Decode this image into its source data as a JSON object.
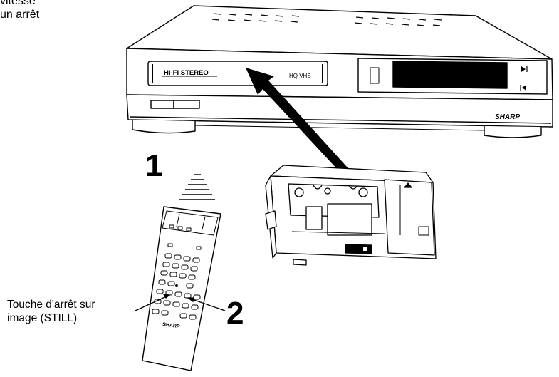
{
  "top_text": {
    "line1": "vitesse",
    "line2": "un arrêt"
  },
  "vcr": {
    "badge_left": "HI-FI STEREO",
    "badge_right": "HQ VHS",
    "brand": "SHARP"
  },
  "remote": {
    "brand": "SHARP"
  },
  "steps": {
    "one": "1",
    "two": "2"
  },
  "callout": {
    "line1": "Touche d'arrêt sur",
    "line2": "image (STILL)"
  }
}
